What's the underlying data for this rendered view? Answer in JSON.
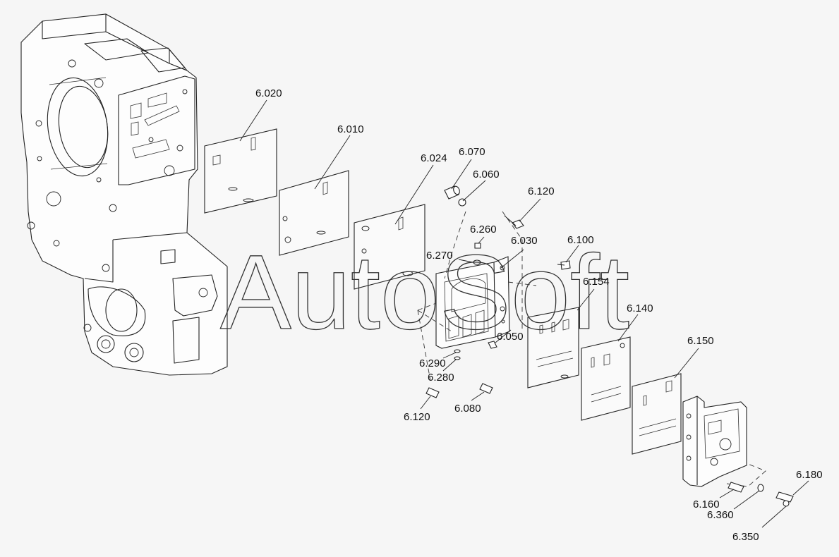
{
  "diagram": {
    "watermark": "AutoSoft",
    "callouts": [
      {
        "id": "c-6020",
        "text": "6.020"
      },
      {
        "id": "c-6010",
        "text": "6.010"
      },
      {
        "id": "c-6024",
        "text": "6.024"
      },
      {
        "id": "c-6070",
        "text": "6.070"
      },
      {
        "id": "c-6060",
        "text": "6.060"
      },
      {
        "id": "c-6120a",
        "text": "6.120"
      },
      {
        "id": "c-6260",
        "text": "6.260"
      },
      {
        "id": "c-6030",
        "text": "6.030"
      },
      {
        "id": "c-6100",
        "text": "6.100"
      },
      {
        "id": "c-6270",
        "text": "6.270"
      },
      {
        "id": "c-6154",
        "text": "6.154"
      },
      {
        "id": "c-6140",
        "text": "6.140"
      },
      {
        "id": "c-6050",
        "text": "6.050"
      },
      {
        "id": "c-6150",
        "text": "6.150"
      },
      {
        "id": "c-6290",
        "text": "6.290"
      },
      {
        "id": "c-6280",
        "text": "6.280"
      },
      {
        "id": "c-6120b",
        "text": "6.120"
      },
      {
        "id": "c-6080",
        "text": "6.080"
      },
      {
        "id": "c-6180",
        "text": "6.180"
      },
      {
        "id": "c-6160",
        "text": "6.160"
      },
      {
        "id": "c-6360",
        "text": "6.360"
      },
      {
        "id": "c-6350",
        "text": "6.350"
      }
    ]
  }
}
